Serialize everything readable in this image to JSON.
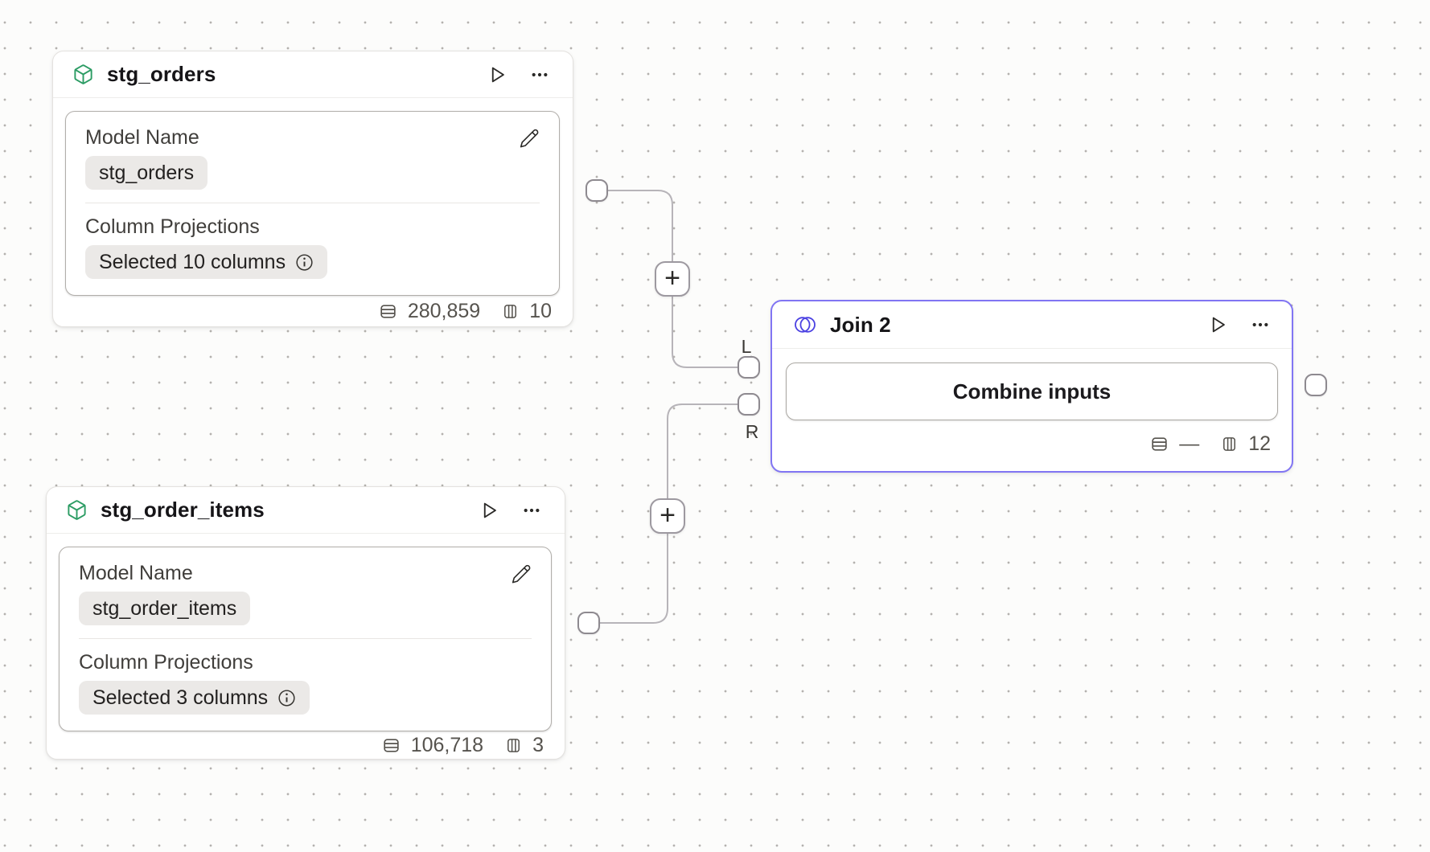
{
  "canvas": {
    "background": "#fcfcfb",
    "dot_color": "#b4b1ae",
    "wire_color": "#b7b4b9"
  },
  "model_nodes": [
    {
      "title": "stg_orders",
      "icon": "cube-icon",
      "icon_color": "#2c9c64",
      "model_name_label": "Model Name",
      "model_name_value": "stg_orders",
      "column_projections_label": "Column Projections",
      "column_projections_value": "Selected 10 columns",
      "row_count": "280,859",
      "column_count": "10"
    },
    {
      "title": "stg_order_items",
      "icon": "cube-icon",
      "icon_color": "#2c9c64",
      "model_name_label": "Model Name",
      "model_name_value": "stg_order_items",
      "column_projections_label": "Column Projections",
      "column_projections_value": "Selected 3 columns",
      "row_count": "106,718",
      "column_count": "3"
    }
  ],
  "join_node": {
    "title": "Join 2",
    "icon": "join-venn-icon",
    "icon_color": "#4c42e2",
    "accent_color": "#8175f3",
    "combine_button_label": "Combine inputs",
    "row_count": "—",
    "column_count": "12"
  },
  "wire_labels": {
    "left": "L",
    "right": "R"
  },
  "add_button_glyph": "+"
}
